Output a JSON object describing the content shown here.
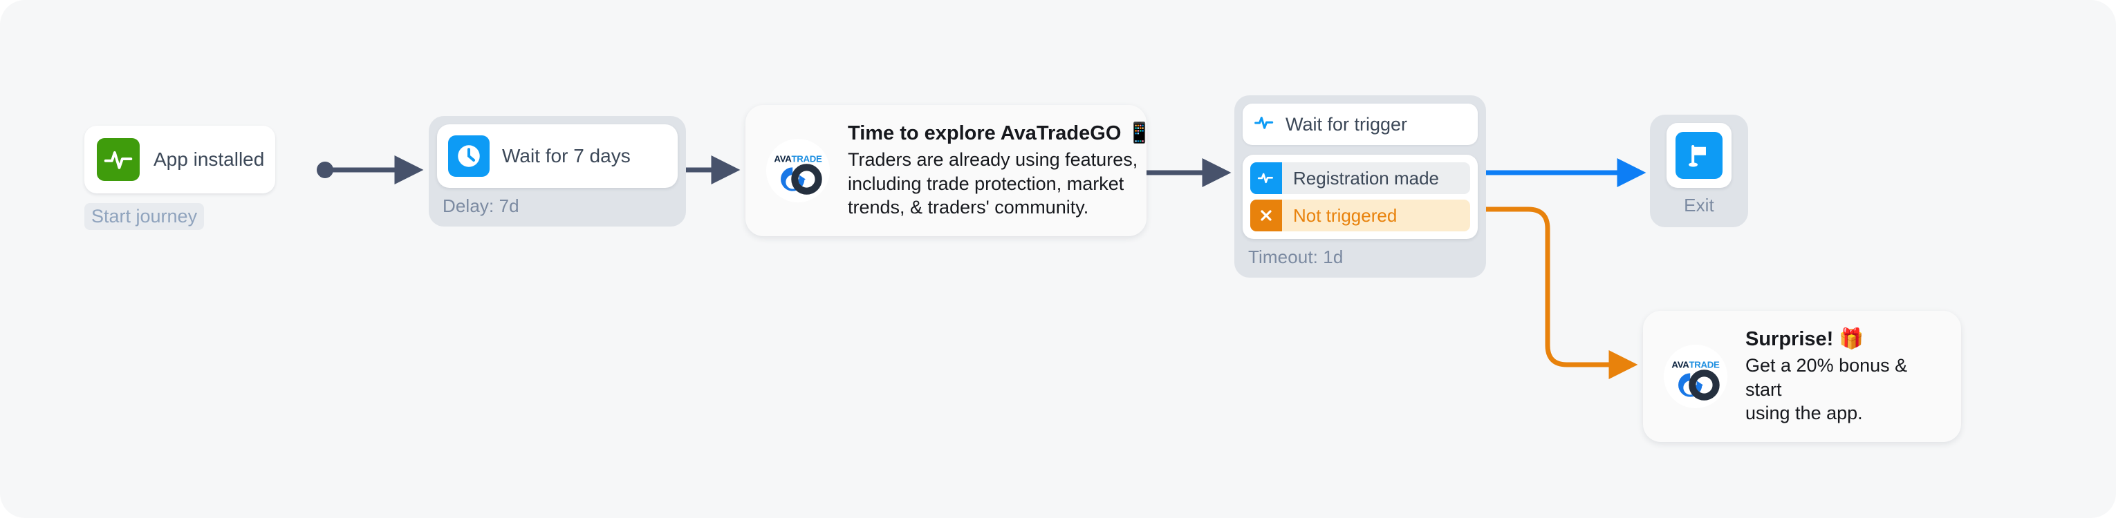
{
  "canvas": {
    "background": "#f6f7f8",
    "title": "Customer journey flow"
  },
  "colors": {
    "green": "#3f9c0c",
    "blue": "#0d9bf5",
    "orange": "#e8820c",
    "connector_dark": "#47526b",
    "branch_ok_bg": "#eceef0",
    "branch_no_bg": "#fdeccd",
    "node_shell": "#dfe3e8"
  },
  "nodes": {
    "start": {
      "label": "App installed",
      "icon": "activity-pulse-icon",
      "icon_color": "#3f9c0c",
      "badge": "Start journey"
    },
    "delay": {
      "label": "Wait for 7 days",
      "icon": "clock-icon",
      "icon_color": "#0d9bf5",
      "meta": "Delay: 7d"
    },
    "push_explore": {
      "logo_alt": "AvaTradeGO",
      "logo_text_top": "AVA",
      "logo_text_top_accent": "TRADE",
      "title": "Time to explore AvaTradeGO 📱",
      "body": "Traders are already using features,\nincluding trade protection, market\ntrends, & traders' community."
    },
    "trigger": {
      "header_label": "Wait for trigger",
      "header_icon": "activity-pulse-icon",
      "branches": [
        {
          "label": "Registration made",
          "icon": "activity-pulse-icon",
          "state": "ok",
          "color": "#0d9bf5"
        },
        {
          "label": "Not triggered",
          "icon": "close-x-icon",
          "state": "not-triggered",
          "color": "#e8820c"
        }
      ],
      "meta": "Timeout: 1d"
    },
    "exit": {
      "label": "Exit",
      "icon": "flag-icon",
      "icon_color": "#0d9bf5"
    },
    "push_surprise": {
      "logo_alt": "AvaTradeGO",
      "logo_text_top": "AVA",
      "logo_text_top_accent": "TRADE",
      "title": "Surprise! 🎁",
      "body": "Get a 20% bonus & start\nusing the app."
    }
  },
  "connections": [
    {
      "from": "start",
      "to": "delay",
      "color": "#47526b"
    },
    {
      "from": "delay",
      "to": "push_explore",
      "color": "#47526b"
    },
    {
      "from": "push_explore",
      "to": "trigger",
      "color": "#47526b"
    },
    {
      "from": "trigger.registration_made",
      "to": "exit",
      "color": "#0d9bf5"
    },
    {
      "from": "trigger.not_triggered",
      "to": "push_surprise",
      "color": "#e8820c"
    }
  ]
}
